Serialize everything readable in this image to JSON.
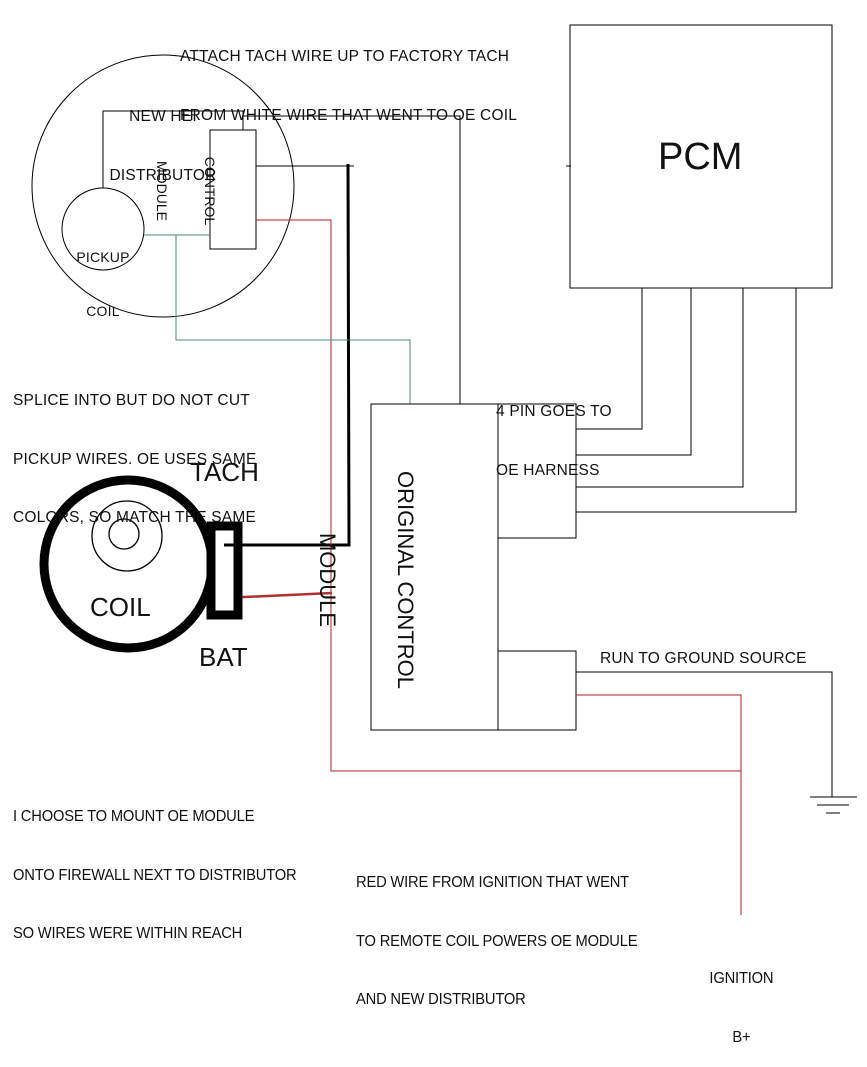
{
  "diagram": {
    "title_note": [
      "ATTACH TACH WIRE UP TO FACTORY TACH",
      "FROM WHITE WIRE THAT WENT TO OE COIL"
    ],
    "distributor_label": [
      "NEW HEI",
      "DISTRIBUTOR"
    ],
    "pickup_coil_label": [
      "PICKUP",
      "COIL"
    ],
    "control_module_label": [
      "CONTROL",
      "MODULE"
    ],
    "pcm_label": "PCM",
    "splice_note": [
      "SPLICE INTO BUT DO NOT CUT",
      "PICKUP WIRES. OE USES SAME",
      "COLORS, SO MATCH THE SAME"
    ],
    "four_pin_note": [
      "4 PIN GOES TO",
      "OE HARNESS"
    ],
    "tach_label": "TACH",
    "coil_label": "COIL",
    "bat_label": "BAT",
    "original_module_label": [
      "ORIGINAL CONTROL",
      "MODULE"
    ],
    "ground_note": "RUN TO GROUND SOURCE",
    "mount_note": [
      "I CHOOSE TO MOUNT OE MODULE",
      "ONTO FIREWALL NEXT TO DISTRIBUTOR",
      "SO WIRES WERE WITHIN REACH"
    ],
    "red_wire_note": [
      "RED WIRE FROM IGNITION THAT WENT",
      "TO REMOTE COIL POWERS OE MODULE",
      "AND NEW DISTRIBUTOR"
    ],
    "ignition_label": [
      "IGNITION",
      "B+"
    ],
    "colors": {
      "wire_black": "#000000",
      "wire_red": "#b22222",
      "wire_green": "#4a8a78",
      "tach_red": "#b03030"
    }
  }
}
